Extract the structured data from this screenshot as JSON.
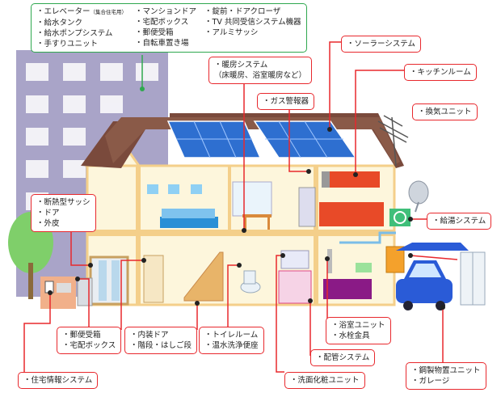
{
  "labels": {
    "top": {
      "col1": [
        "・エレベーター",
        "・給水タンク",
        "・給水ポンプシステム",
        "・手すりユニット"
      ],
      "elevator_note": "（集合住宅用）",
      "col2": [
        "・マンションドア",
        "・宅配ボックス",
        "・郵便受箱",
        "・自転車置き場"
      ],
      "col3": [
        "・錠前・ドアクローザ",
        "・TV 共同受信システム機器",
        "・アルミサッシ"
      ]
    },
    "solar": "・ソーラーシステム",
    "heating": [
      "・暖房システム",
      "（床暖房、浴室暖房など）"
    ],
    "kitchen": "・キッチンルーム",
    "gas": "・ガス警報器",
    "vent": "・換気ユニット",
    "window": [
      "・断熱型サッシ",
      "・ドア",
      "・外皮"
    ],
    "water_heater": "・給湯システム",
    "mailbox": [
      "・郵便受箱",
      "・宅配ボックス"
    ],
    "interior": [
      "・内装ドア",
      "・階段・はしご段"
    ],
    "toilet": [
      "・トイレルーム",
      "・温水洗浄便座"
    ],
    "bath": [
      "・浴室ユニット",
      "・水栓金具"
    ],
    "piping": "・配管システム",
    "vanity": "・洗面化粧ユニット",
    "garage": [
      "・鋼製物置ユニット",
      "・ガレージ"
    ],
    "intercom": "・住宅情報システム"
  },
  "colors": {
    "accent_red": "#e8282d",
    "accent_green": "#2fa84f",
    "roof": "#7a4a3c",
    "building": "#a9a4c8",
    "house": "#fdf6dc",
    "beam": "#f4cf8a",
    "car": "#2a5bd7",
    "solar": "#2e6fd0"
  }
}
